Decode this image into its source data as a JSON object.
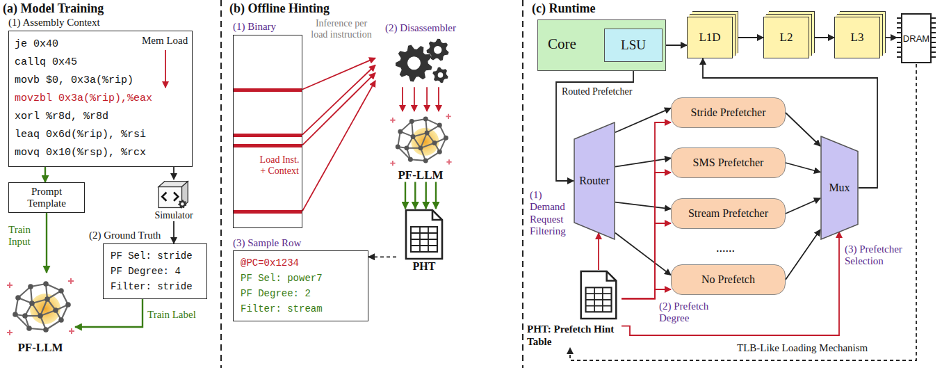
{
  "diagram": {
    "nodes": [
      {
        "text": [
          "je 0x40",
          "callq 0x45",
          "movb $0, 0x3a(%rip)",
          "movzbl 0x3a(%rip),%eax",
          "xorl %r8d, %r8d",
          "leaq 0x6d(%rip), %rsi",
          "movq 0x10(%rsp), %rcx"
        ]
      },
      {
        "text": [
          "Prompt Template"
        ]
      },
      {
        "text": [
          "Simulator"
        ]
      },
      {
        "text": [
          "PF Sel: stride",
          "PF Degree: 4",
          "Filter: stride"
        ]
      },
      {
        "text": [
          "PF-LLM"
        ]
      },
      {
        "text": [
          "(1) Binary"
        ]
      },
      {
        "text": [
          "(2) Disassembler"
        ]
      },
      {
        "text": [
          "PF-LLM"
        ]
      },
      {
        "text": [
          "PHT"
        ]
      },
      {
        "text": [
          "(3) Sample Row",
          "@PC=0x1234",
          "PF Sel: power7",
          "PF Degree: 2",
          "Filter: stream"
        ]
      },
      {
        "text": [
          "Core"
        ]
      },
      {
        "text": [
          "LSU"
        ],
        "in": 10
      },
      {
        "text": [
          "L1D"
        ]
      },
      {
        "text": [
          "L2"
        ]
      },
      {
        "text": [
          "L3"
        ]
      },
      {
        "text": [
          "DRAM"
        ]
      },
      {
        "text": [
          "Router"
        ]
      },
      {
        "text": [
          "Stride Prefetcher"
        ]
      },
      {
        "text": [
          "SMS Prefetcher"
        ]
      },
      {
        "text": [
          "Stream Prefetcher"
        ]
      },
      {
        "text": [
          "No Prefetch"
        ]
      },
      {
        "text": [
          "Mux"
        ]
      },
      {
        "text": [
          "PHT: Prefetch Hint Table"
        ]
      }
    ],
    "edges": [
      {
        "from": 0,
        "to": 1,
        "arrow": "to"
      },
      {
        "from": 1,
        "to": 4,
        "arrow": "to",
        "label": "Train Input"
      },
      {
        "from": 0,
        "to": 2,
        "arrow": "to"
      },
      {
        "from": 2,
        "to": 3,
        "arrow": "to"
      },
      {
        "from": 3,
        "to": 4,
        "arrow": "to",
        "label": "Train Label"
      },
      {
        "from": 5,
        "to": 6,
        "arrow": "to"
      },
      {
        "from": 6,
        "to": 7,
        "arrow": "to"
      },
      {
        "from": 7,
        "to": 8,
        "arrow": "to"
      },
      {
        "from": 8,
        "to": 9,
        "arrow": "to"
      },
      {
        "from": 11,
        "to": 12,
        "arrow": "to"
      },
      {
        "from": 12,
        "to": 13,
        "arrow": "to"
      },
      {
        "from": 13,
        "to": 14,
        "arrow": "to"
      },
      {
        "from": 14,
        "to": 15,
        "arrow": "to"
      },
      {
        "from": 11,
        "to": 16,
        "arrow": "to"
      },
      {
        "from": 16,
        "to": 17,
        "arrow": "to"
      },
      {
        "from": 16,
        "to": 18,
        "arrow": "to"
      },
      {
        "from": 16,
        "to": 19,
        "arrow": "to"
      },
      {
        "from": 16,
        "to": 20,
        "arrow": "to"
      },
      {
        "from": 17,
        "to": 21,
        "arrow": "to"
      },
      {
        "from": 18,
        "to": 21,
        "arrow": "to"
      },
      {
        "from": 19,
        "to": 21,
        "arrow": "to"
      },
      {
        "from": 20,
        "to": 21,
        "arrow": "to"
      },
      {
        "from": 21,
        "to": 12,
        "arrow": "to"
      },
      {
        "from": 22,
        "to": 16,
        "arrow": "to"
      },
      {
        "from": 22,
        "to": 17,
        "arrow": "to"
      },
      {
        "from": 22,
        "to": 18,
        "arrow": "to"
      },
      {
        "from": 22,
        "to": 19,
        "arrow": "to"
      },
      {
        "from": 22,
        "to": 20,
        "arrow": "to"
      },
      {
        "from": 22,
        "to": 21,
        "arrow": "to"
      },
      {
        "from": 15,
        "to": 22,
        "arrow": "to"
      }
    ],
    "labels": [
      "(a) Model Training",
      "(1) Assembly Context",
      "Mem Load",
      "(2) Ground Truth",
      "(b) Offline Hinting",
      "Inference per load instruction",
      "Load Inst. + Context",
      "(c) Runtime",
      "Routed Prefetcher",
      "(1) Demand Request Filtering",
      "(2) Prefetch Degree",
      "(3) Prefetcher Selection",
      "......",
      "TLB-Like Loading Mechanism"
    ]
  }
}
